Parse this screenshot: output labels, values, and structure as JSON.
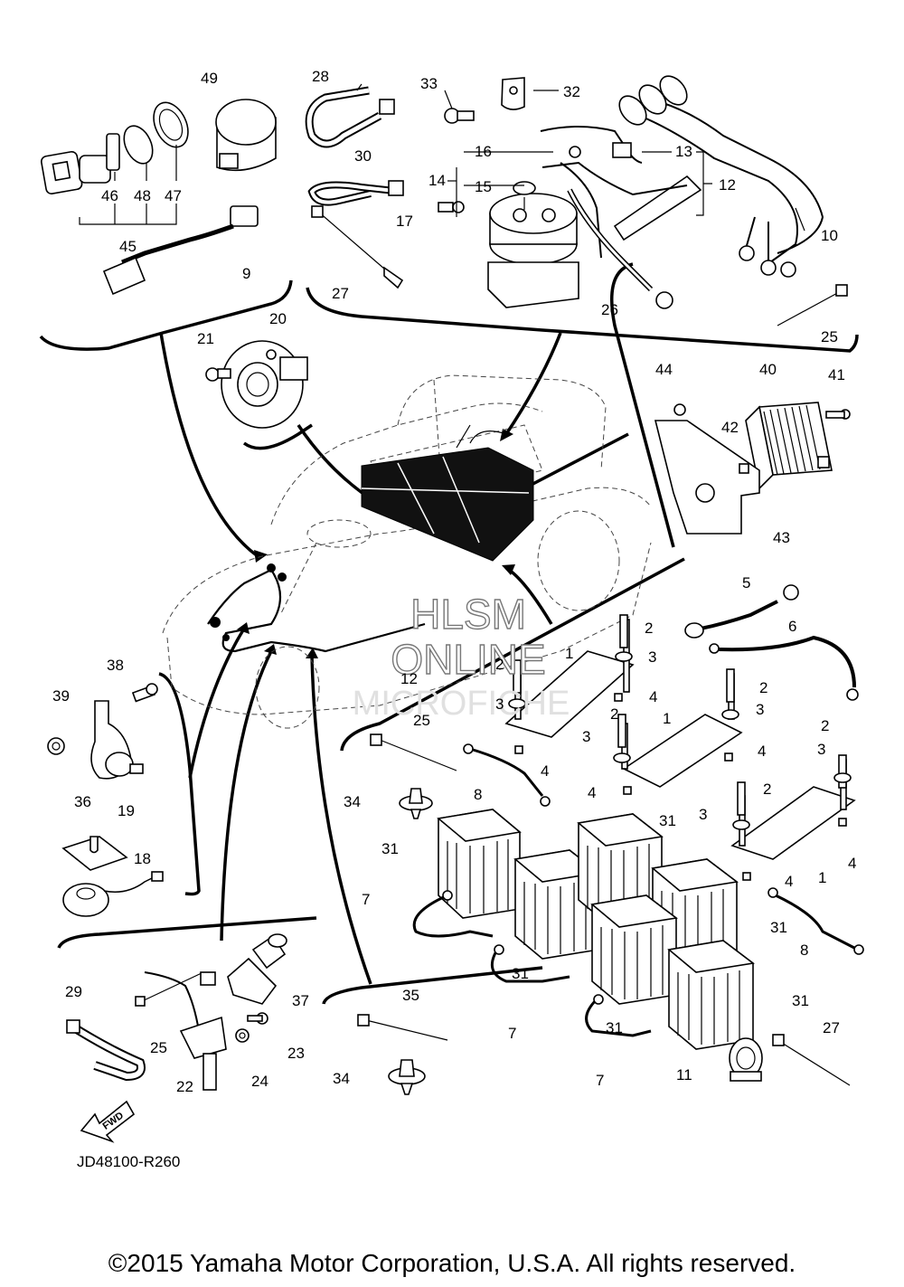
{
  "diagram_code": "JD48100-R260",
  "copyright": "©2015 Yamaha Motor Corporation, U.S.A. All rights reserved.",
  "watermark": {
    "line1": "HLSM",
    "line2": "ONLINE",
    "line3": "MICROFICHE"
  },
  "fwd_label": "FWD",
  "callouts": {
    "c1a": "1",
    "c1b": "1",
    "c1c": "1",
    "c2a": "2",
    "c2b": "2",
    "c2c": "2",
    "c2d": "2",
    "c2e": "2",
    "c2f": "2",
    "c3a": "3",
    "c3b": "3",
    "c3c": "3",
    "c3d": "3",
    "c3e": "3",
    "c3f": "3",
    "c4a": "4",
    "c4b": "4",
    "c4c": "4",
    "c4d": "4",
    "c4e": "4",
    "c4f": "4",
    "c5": "5",
    "c6": "6",
    "c7a": "7",
    "c7b": "7",
    "c7c": "7",
    "c8a": "8",
    "c8b": "8",
    "c9": "9",
    "c10": "10",
    "c11": "11",
    "c12a": "12",
    "c12b": "12",
    "c13": "13",
    "c14": "14",
    "c15": "15",
    "c16": "16",
    "c17": "17",
    "c18": "18",
    "c19": "19",
    "c20": "20",
    "c21": "21",
    "c22": "22",
    "c23": "23",
    "c24": "24",
    "c25a": "25",
    "c25b": "25",
    "c25c": "25",
    "c26": "26",
    "c27a": "27",
    "c27b": "27",
    "c28": "28",
    "c29": "29",
    "c30": "30",
    "c31a": "31",
    "c31b": "31",
    "c31c": "31",
    "c31d": "31",
    "c31e": "31",
    "c31f": "31",
    "c32": "32",
    "c33": "33",
    "c34a": "34",
    "c34b": "34",
    "c35": "35",
    "c36": "36",
    "c37": "37",
    "c38": "38",
    "c39": "39",
    "c40": "40",
    "c41": "41",
    "c42": "42",
    "c43": "43",
    "c44": "44",
    "c45": "45",
    "c46": "46",
    "c47": "47",
    "c48": "48",
    "c49": "49"
  }
}
